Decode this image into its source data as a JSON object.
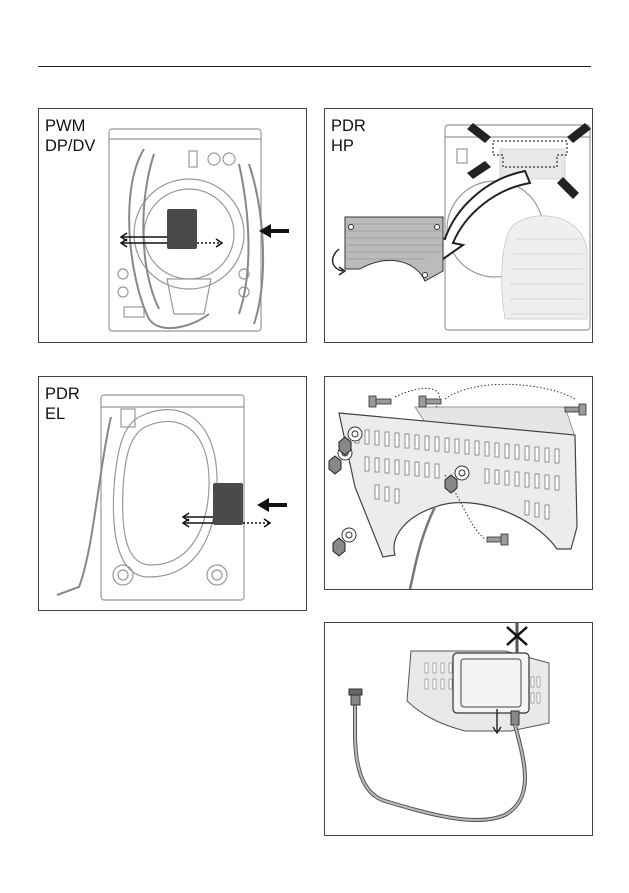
{
  "panels": [
    {
      "id": "pwm",
      "lines": [
        "PWM",
        "DP/DV"
      ]
    },
    {
      "id": "pdr-hp",
      "lines": [
        "PDR",
        "HP"
      ]
    },
    {
      "id": "pdr-el",
      "lines": [
        "PDR",
        "EL"
      ]
    },
    {
      "id": "bracket-screws",
      "lines": []
    },
    {
      "id": "module-cable",
      "lines": []
    }
  ],
  "icons": [
    "arrow-icon",
    "rotate-icon",
    "cross-icon",
    "down-arrow-icon",
    "screw-icon",
    "nut-icon",
    "washer-icon"
  ]
}
